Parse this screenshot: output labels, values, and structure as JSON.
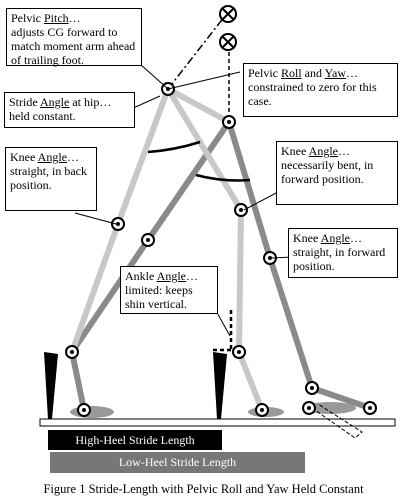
{
  "callouts": {
    "pelvic_pitch": {
      "term": "Pelvic",
      "underline": "Pitch",
      "rest": "…",
      "body": "adjusts CG forward to match moment arm ahead of trailing foot."
    },
    "pelvic_roll_yaw": {
      "prefix": "Pelvic ",
      "u1": "Roll",
      "mid": " and ",
      "u2": "Yaw",
      "suffix": "…",
      "body": "constrained to zero for this case."
    },
    "stride_angle": {
      "prefix": "Stride ",
      "u": "Angle",
      "suffix": " at hip…",
      "body": "held constant."
    },
    "knee_back": {
      "prefix": "Knee ",
      "u": "Angle",
      "suffix": "…",
      "body": "straight, in back position."
    },
    "knee_forward_bent": {
      "prefix": "Knee ",
      "u": "Angle",
      "suffix": "…",
      "body": "necessarily bent, in forward position."
    },
    "knee_forward_straight": {
      "prefix": "Knee ",
      "u": "Angle",
      "suffix": "…",
      "body": "straight, in forward position."
    },
    "ankle": {
      "prefix": "Ankle ",
      "u": "Angle",
      "suffix": "…",
      "body": "limited: keeps shin vertical."
    }
  },
  "bars": {
    "high_heel": "High-Heel Stride Length",
    "low_heel": "Low-Heel Stride Length"
  },
  "caption": "Figure 1 Stride-Length with Pelvic Roll and Yaw Held Constant",
  "colors": {
    "light_leg": "#c8c8c8",
    "dark_leg": "#8a8a8a",
    "ink": "#000000",
    "high_bar": "#000000",
    "low_bar": "#777777"
  }
}
